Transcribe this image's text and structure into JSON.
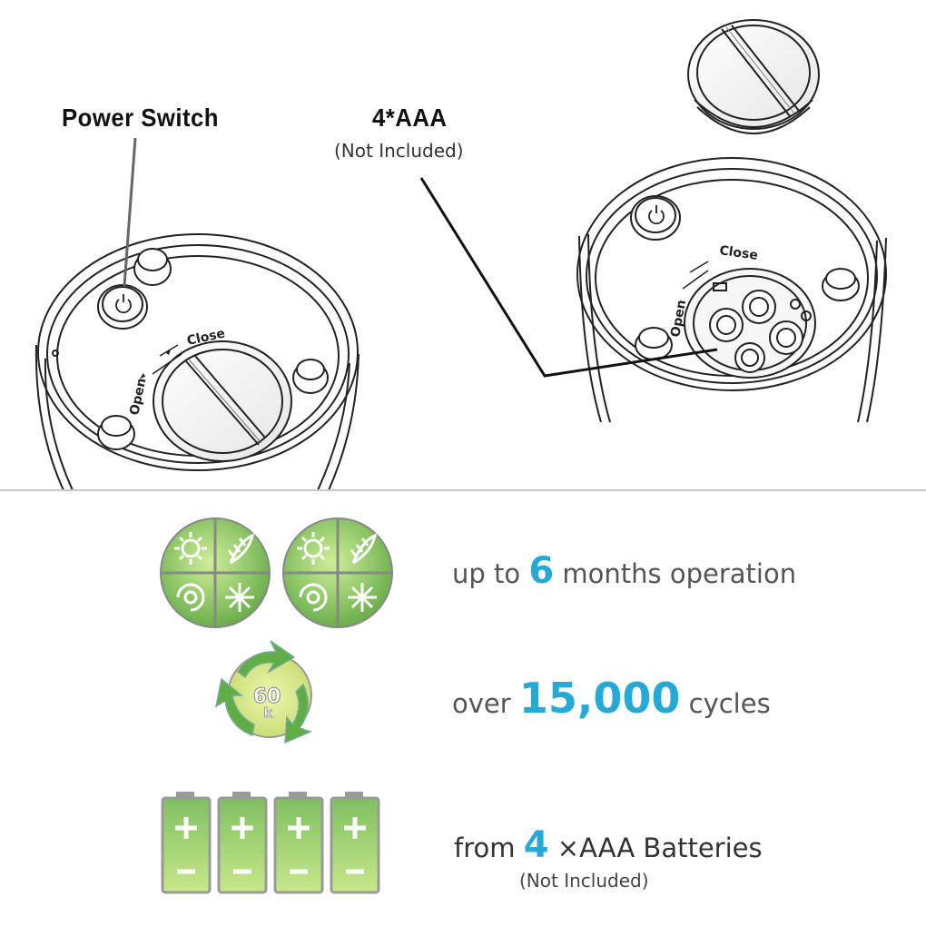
{
  "labels": {
    "power_switch": "Power Switch",
    "battery_spec": "4*AAA",
    "battery_note": "(Not Included)",
    "close_left": "Close",
    "open_left": "Open",
    "close_right": "Close",
    "open_right": "Open"
  },
  "features": [
    {
      "pre": "up to",
      "highlight": "6",
      "post": "months operation"
    },
    {
      "pre": "over",
      "highlight": "15,000",
      "post": "cycles"
    },
    {
      "pre": "from",
      "highlight": "4",
      "post": "×AAA Batteries",
      "note": "(Not Included)"
    }
  ],
  "icons": {
    "season_icon_1": "seasons-icon",
    "season_icon_2": "seasons-icon",
    "cycle_icon": "recycle-arrows-icon",
    "cycle_badge_num": "60",
    "cycle_badge_unit": "k",
    "battery_icons": [
      "battery-icon",
      "battery-icon",
      "battery-icon",
      "battery-icon"
    ]
  },
  "colors": {
    "accent_blue": "#25a9d6",
    "green_dark": "#4e9a3a",
    "green_light": "#b6e07a",
    "text_gray": "#555555"
  }
}
